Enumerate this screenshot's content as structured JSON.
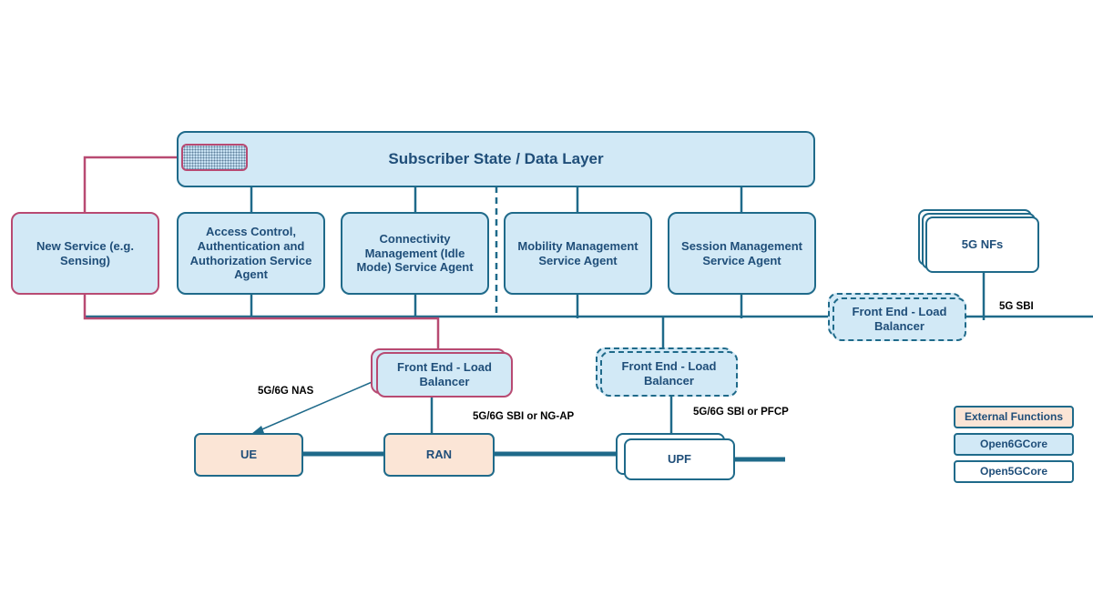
{
  "data_layer": {
    "title": "Subscriber State / Data Layer"
  },
  "service_agents": {
    "new_service": "New Service (e.g. Sensing)",
    "access_control": "Access Control, Authentication and Authorization Service Agent",
    "connectivity": "Connectivity Management (Idle Mode) Service Agent",
    "mobility": "Mobility Management Service Agent",
    "session": "Session Management Service Agent"
  },
  "load_balancers": {
    "ran_side": "Front End - Load Balancer",
    "upf_side": "Front End - Load Balancer",
    "nf_side": "Front End - Load Balancer"
  },
  "nodes": {
    "ue": "UE",
    "ran": "RAN",
    "upf": "UPF",
    "nfs_5g": "5G NFs"
  },
  "interface_labels": {
    "nas": "5G/6G NAS",
    "sbi_ngap": "5G/6G SBI or NG-AP",
    "sbi_pfcp": "5G/6G SBI or PFCP",
    "sbi_5g": "5G SBI"
  },
  "legend": {
    "external": "External Functions",
    "open6g": "Open6GCore",
    "open5g": "Open5GCore"
  },
  "colors": {
    "primary_stroke": "#1f6a8a",
    "core_fill": "#d2e9f6",
    "external_fill": "#fbe5d6",
    "new_highlight": "#b84a72",
    "text": "#1f4e79"
  }
}
